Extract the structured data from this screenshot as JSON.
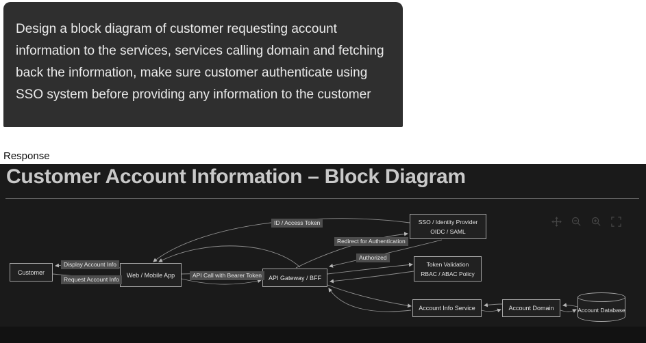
{
  "prompt_card": {
    "text": "Design a block diagram of customer requesting account information to the services, services calling domain and fetching back the information, make sure customer authenticate using SSO system before providing any information to the customer"
  },
  "response_label": "Response",
  "diagram": {
    "title": "Customer Account Information – Block Diagram",
    "toolbar": {
      "pan": "pan",
      "zoom_out": "zoom out",
      "zoom_in": "zoom in",
      "fit": "fit to screen"
    },
    "nodes": {
      "customer": {
        "label": "Customer"
      },
      "web_app": {
        "label": "Web / Mobile App"
      },
      "api_gateway": {
        "label": "API Gateway / BFF"
      },
      "sso": {
        "line1": "SSO / Identity Provider",
        "line2": "OIDC / SAML"
      },
      "token_validation": {
        "line1": "Token Validation",
        "line2": "RBAC / ABAC Policy"
      },
      "account_info_service": {
        "label": "Account Info Service"
      },
      "account_domain": {
        "label": "Account Domain"
      },
      "account_database": {
        "label": "Account Database"
      }
    },
    "edge_labels": {
      "display": "Display Account Info",
      "request": "Request Account Info",
      "api_call": "API Call with Bearer Token",
      "id_token": "ID / Access Token",
      "redirect": "Redirect for Authentication",
      "authorized": "Authorized"
    },
    "colors": {
      "prompt_bg": "#2f2f2f",
      "panel_bg": "#1a1a1a",
      "bottom_bar_bg": "#121212",
      "node_fill": "#212121",
      "node_border": "#a6a6a6",
      "edge": "#8f8f8f",
      "edge_label_bg": "#4d4d4d",
      "title": "#c9c9c9"
    }
  }
}
